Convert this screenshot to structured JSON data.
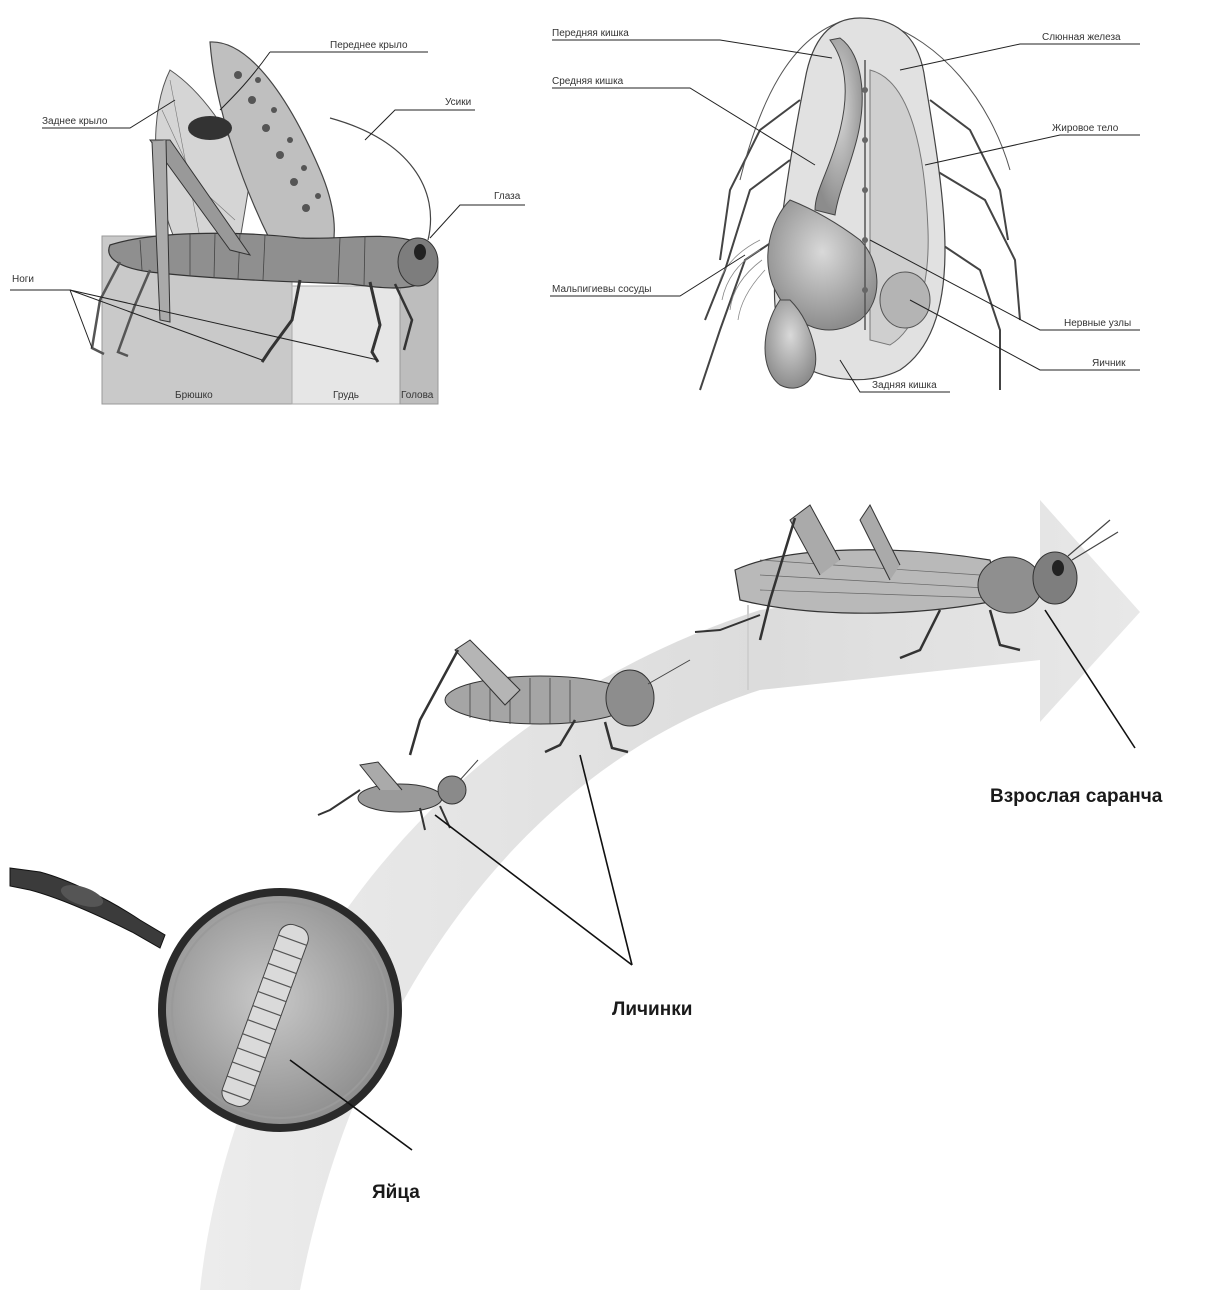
{
  "external_anatomy": {
    "labels": {
      "front_wing": "Переднее крыло",
      "hind_wing": "Заднее крыло",
      "antennae": "Усики",
      "eyes": "Глаза",
      "legs": "Ноги",
      "abdomen": "Брюшко",
      "thorax": "Грудь",
      "head": "Голова"
    }
  },
  "internal_anatomy": {
    "labels": {
      "foregut": "Передняя кишка",
      "midgut": "Средняя кишка",
      "malpighian_tubules": "Мальпигиевы сосуды",
      "hindgut": "Задняя кишка",
      "salivary_gland": "Слюнная железа",
      "fat_body": "Жировое тело",
      "nerve_ganglia": "Нервные узлы",
      "ovary": "Яичник"
    }
  },
  "life_cycle": {
    "labels": {
      "eggs": "Яйца",
      "larvae": "Личинки",
      "adult": "Взрослая саранча"
    }
  }
}
